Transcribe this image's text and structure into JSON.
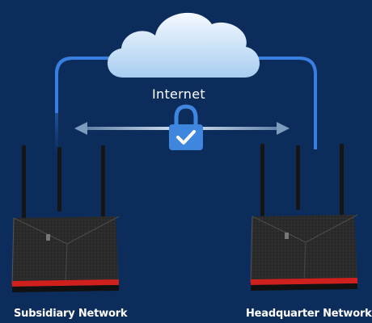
{
  "cloud": {
    "label": "Internet"
  },
  "sites": [
    {
      "label": "Subsidiary Network"
    },
    {
      "label": "Headquarter Network"
    }
  ],
  "icons": {
    "cloud": "cloud-icon",
    "lock": "lock-check-icon",
    "router": "router-icon",
    "arrow": "double-arrow-icon"
  },
  "colors": {
    "background": "#0c2d5c",
    "link": "#3a7fe0",
    "lock": "#3f86de",
    "router_body": "#2a2a2a",
    "router_accent": "#d0201e"
  }
}
